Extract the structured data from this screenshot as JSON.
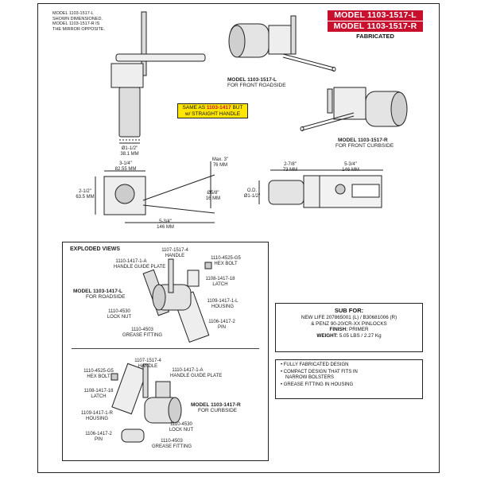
{
  "header": {
    "model_l": "MODEL 1103-1517-L",
    "model_r": "MODEL 1103-1517-R",
    "fabricated": "FABRICATED",
    "shown_note": [
      "MODEL 1103-1517-L",
      "SHOWN DIMENSIONED.",
      "MODEL 1103-1517-R IS",
      "THE MIRROR OPPOSITE."
    ]
  },
  "yellow_box": {
    "line1_prefix": "SAME AS ",
    "line1_model": "1103-1417",
    "line1_suffix": " BUT",
    "line2": "w/ STRAIGHT HANDLE"
  },
  "top_views": {
    "roadside_title": "MODEL 1103-1517-L",
    "roadside_sub": "FOR FRONT ROADSIDE",
    "curbside_title": "MODEL 1103-1517-R",
    "curbside_sub": "FOR FRONT CURBSIDE",
    "dia_in": "Ø1-1/2\"",
    "dia_mm": "38.1 MM"
  },
  "dims": {
    "w_in": "3-1/4\"",
    "w_mm": "82.55 MM",
    "h_in": "2-1/2\"",
    "h_mm": "63.5 MM",
    "max_in": "Max. 3\"",
    "max_mm": "76 MM",
    "rod_in": "Ø5/8\"",
    "rod_mm": "16 MM",
    "len_in": "5-3/4\"",
    "len_mm": "146 MM",
    "side_a_in": "2-7/8\"",
    "side_a_mm": "73 MM",
    "side_b_in": "5-3/4\"",
    "side_b_mm": "146 MM",
    "od_label": "O.D.",
    "od_in": "Ø1-1/2\""
  },
  "exploded": {
    "title": "EXPLODED VIEWS",
    "roadside": {
      "model": "MODEL 1103-1417-L",
      "sub": "FOR ROADSIDE",
      "parts": [
        {
          "id": "1107-1517-4",
          "name": "HANDLE"
        },
        {
          "id": "1110-4525-G5",
          "name": "HEX BOLT"
        },
        {
          "id": "1110-1417-1-A",
          "name": "HANDLE GUIDE PLATE"
        },
        {
          "id": "1108-1417-18",
          "name": "LATCH"
        },
        {
          "id": "1109-1417-1-L",
          "name": "HOUSING"
        },
        {
          "id": "1110-4530",
          "name": "LOCK NUT"
        },
        {
          "id": "1106-1417-2",
          "name": "PIN"
        },
        {
          "id": "1110-4503",
          "name": "GREASE FITTING"
        }
      ]
    },
    "curbside": {
      "model": "MODEL 1103-1417-R",
      "sub": "FOR CURBSIDE",
      "parts": [
        {
          "id": "1107-1517-4",
          "name": "HANDLE"
        },
        {
          "id": "1110-4525-G5",
          "name": "HEX BOLT"
        },
        {
          "id": "1110-1417-1-A",
          "name": "HANDLE GUIDE PLATE"
        },
        {
          "id": "1108-1417-18",
          "name": "LATCH"
        },
        {
          "id": "1109-1417-1-R",
          "name": "HOUSING"
        },
        {
          "id": "1110-4530",
          "name": "LOCK NUT"
        },
        {
          "id": "1106-1417-2",
          "name": "PIN"
        },
        {
          "id": "1110-4503",
          "name": "GREASE FITTING"
        }
      ]
    }
  },
  "sub_for": {
    "title": "SUB FOR:",
    "line1": "NEW LIFE 207865001 (L) / B30681006 (R)",
    "line2": "& PENZ 90-20/CR-XX PINLOCKS",
    "finish_label": "FINISH:",
    "finish_value": " PRIMER",
    "weight_label": "WEIGHT:",
    "weight_value": " 5.05 LBS / 2.27 Kg"
  },
  "features": [
    "• FULLY FABRICATED DESIGN",
    "• COMPACT DESIGN THAT FITS IN",
    "   NARROW BOLSTERS",
    "• GREASE FITTING IN HOUSING"
  ],
  "colors": {
    "accent_red": "#c8102e",
    "note_yellow": "#ffe500",
    "line": "#222222"
  }
}
